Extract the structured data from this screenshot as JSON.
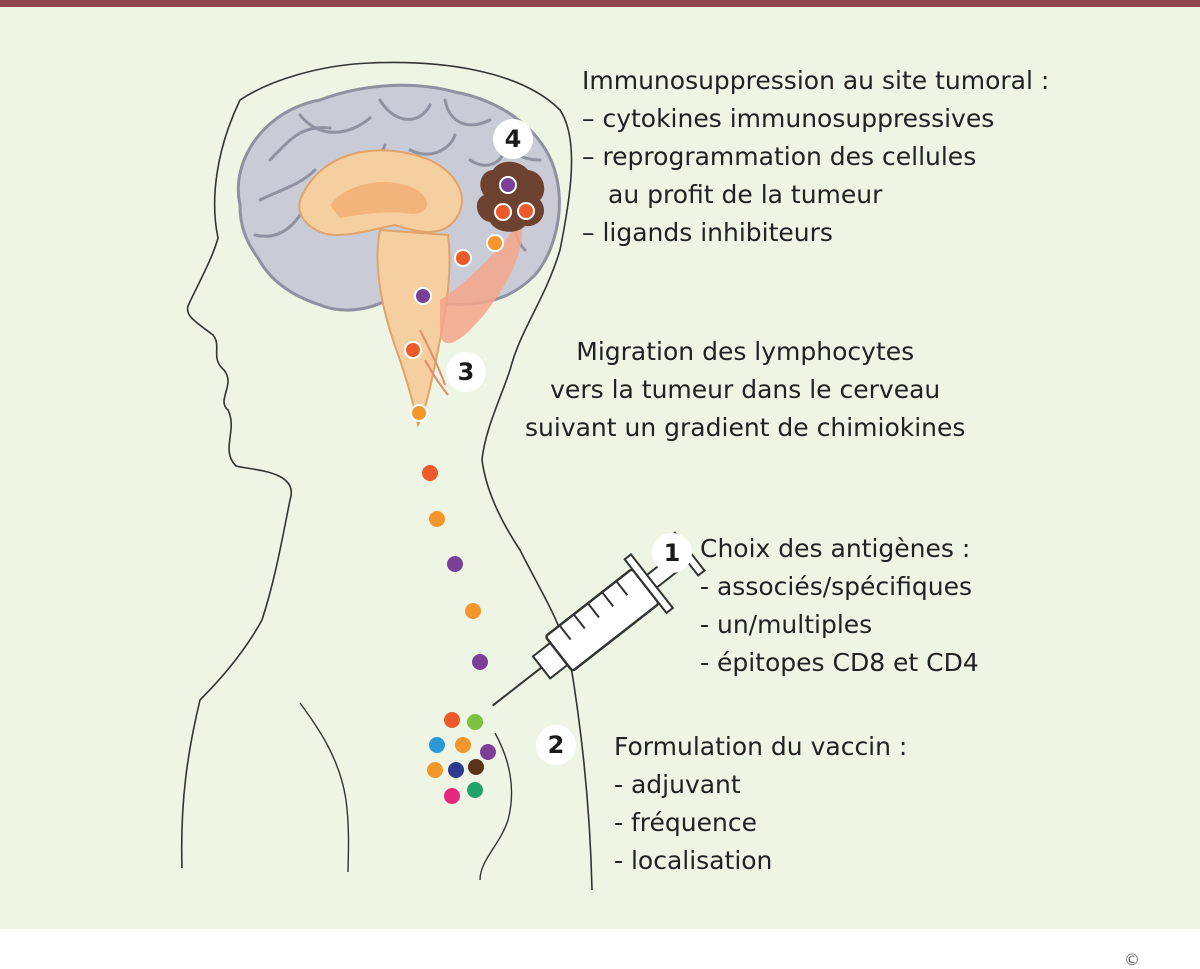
{
  "steps": {
    "step4": {
      "number": "4",
      "lines": [
        "Immunosuppression au site tumoral :",
        "– cytokines immunosuppressives",
        "– reprogrammation des cellules",
        "au profit de la tumeur",
        "– ligands inhibiteurs"
      ]
    },
    "step3": {
      "number": "3",
      "lines": [
        "Migration des lymphocytes",
        "vers la tumeur dans le cerveau",
        "suivant un gradient de chimiokines"
      ]
    },
    "step1": {
      "number": "1",
      "lines": [
        "Choix des antigènes :",
        "- associés/spécifiques",
        "- un/multiples",
        "- épitopes CD8 et CD4"
      ]
    },
    "step2": {
      "number": "2",
      "lines": [
        "Formulation du vaccin :",
        "- adjuvant",
        "- fréquence",
        "- localisation"
      ]
    }
  },
  "colors": {
    "header_bar": "#8e4650",
    "panel_background": "#eef5e4",
    "cell_red": "#ec5a2c",
    "cell_orange": "#f3962c",
    "cell_purple": "#7b3f98",
    "cell_green": "#7dc142",
    "cell_blue": "#2a9ad6",
    "cell_navy": "#2e3a8c",
    "cell_brown": "#5a3418",
    "cell_magenta": "#e7267d",
    "cell_teal": "#1fa36b",
    "tumor": "#6e4230"
  },
  "icons": [
    "brain-illustration",
    "head-silhouette-outline",
    "syringe-icon",
    "tumor-mass",
    "lymphocyte-dot"
  ],
  "copyright": "©"
}
